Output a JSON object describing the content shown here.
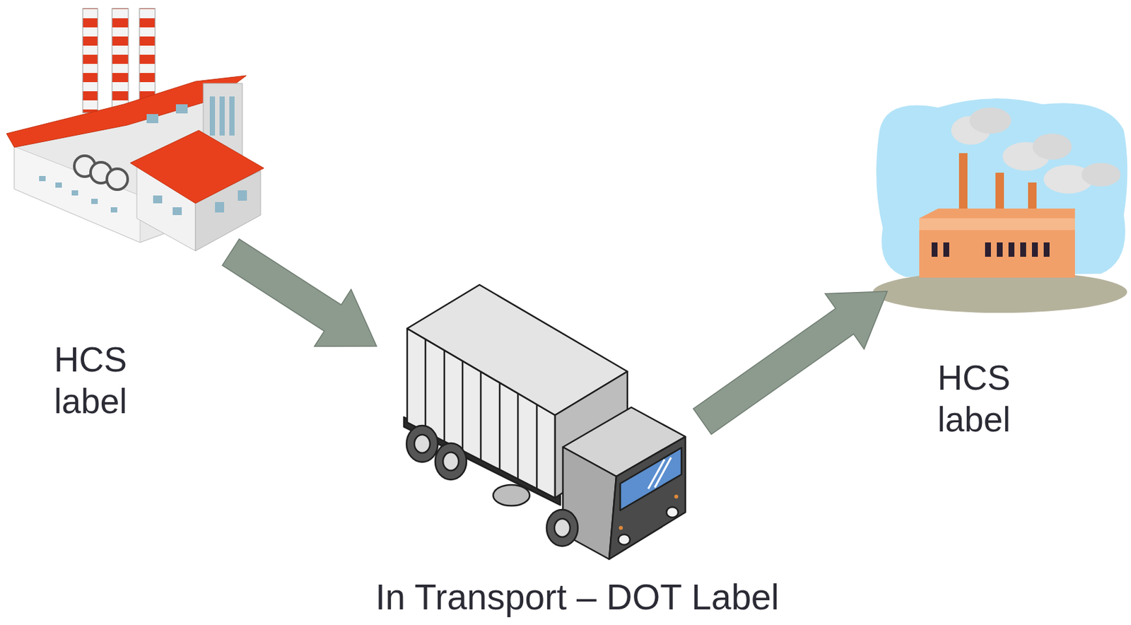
{
  "diagram": {
    "nodes": [
      {
        "text": [
          "HCS label"
        ]
      },
      {
        "text": [
          "In Transport – DOT Label"
        ]
      },
      {
        "text": [
          "HCS label"
        ]
      }
    ],
    "edges": [
      {
        "from": 0,
        "to": 1,
        "arrow": "to"
      },
      {
        "from": 1,
        "to": 2,
        "arrow": "to"
      }
    ]
  }
}
